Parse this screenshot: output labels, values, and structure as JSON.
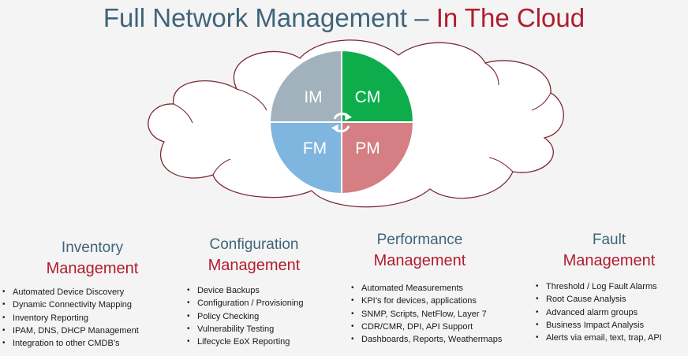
{
  "title": {
    "main": "Full Network Management",
    "dash": "–",
    "accent": "In The Cloud"
  },
  "quadrants": [
    {
      "label": "IM",
      "color": "#a2b2bd"
    },
    {
      "label": "CM",
      "color": "#0ead4b"
    },
    {
      "label": "FM",
      "color": "#7fb6e0"
    },
    {
      "label": "PM",
      "color": "#d57e83"
    }
  ],
  "colors": {
    "title": "#3f6479",
    "accent": "#b01c2e",
    "cloud_outline": "#7b2a33"
  },
  "columns": [
    {
      "line1": "Inventory",
      "line2": "Management",
      "items": [
        "Automated Device Discovery",
        "Dynamic Connectivity Mapping",
        "Inventory Reporting",
        "IPAM, DNS, DHCP Management",
        "Integration to other CMDB’s"
      ]
    },
    {
      "line1": "Configuration",
      "line2": "Management",
      "items": [
        "Device Backups",
        "Configuration / Provisioning",
        "Policy Checking",
        "Vulnerability Testing",
        "Lifecycle EoX Reporting"
      ]
    },
    {
      "line1": "Performance",
      "line2": "Management",
      "items": [
        "Automated Measurements",
        "KPI’s for devices, applications",
        "SNMP, Scripts, NetFlow, Layer 7",
        "CDR/CMR, DPI, API Support",
        "Dashboards, Reports, Weathermaps"
      ]
    },
    {
      "line1": "Fault",
      "line2": "Management",
      "items": [
        "Threshold / Log Fault Alarms",
        "Root Cause Analysis",
        "Advanced alarm groups",
        "Business Impact Analysis",
        "Alerts via email, text, trap, API"
      ]
    }
  ]
}
